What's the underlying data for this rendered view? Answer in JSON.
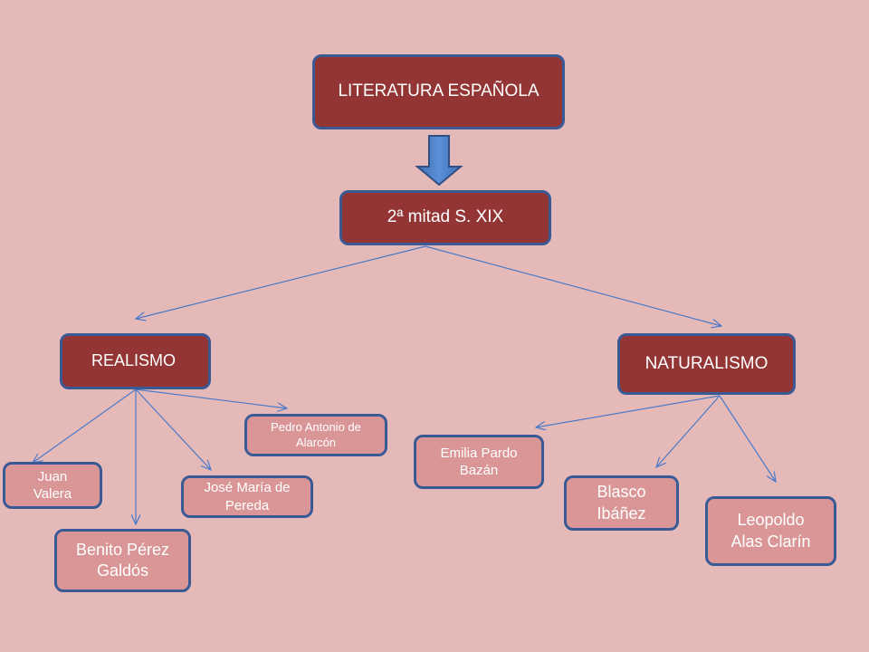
{
  "colors": {
    "background": "#e6b9b9",
    "dark_node": "#943535",
    "light_node": "#da9696",
    "border": "#3a5a96",
    "arrow": "#4a7ac8"
  },
  "nodes": {
    "literatura": "LITERATURA ESPAÑOLA",
    "mitad": "2ª mitad S. XIX",
    "realismo": "REALISMO",
    "naturalismo": "NATURALISMO",
    "pedro": "Pedro Antonio de Alarcón",
    "juan": "Juan Valera",
    "jose": "José María de Pereda",
    "benito": "Benito Pérez Galdós",
    "emilia": "Emilia Pardo Bazán",
    "blasco": "Blasco Ibáñez",
    "leopoldo": "Leopoldo Alas Clarín"
  }
}
